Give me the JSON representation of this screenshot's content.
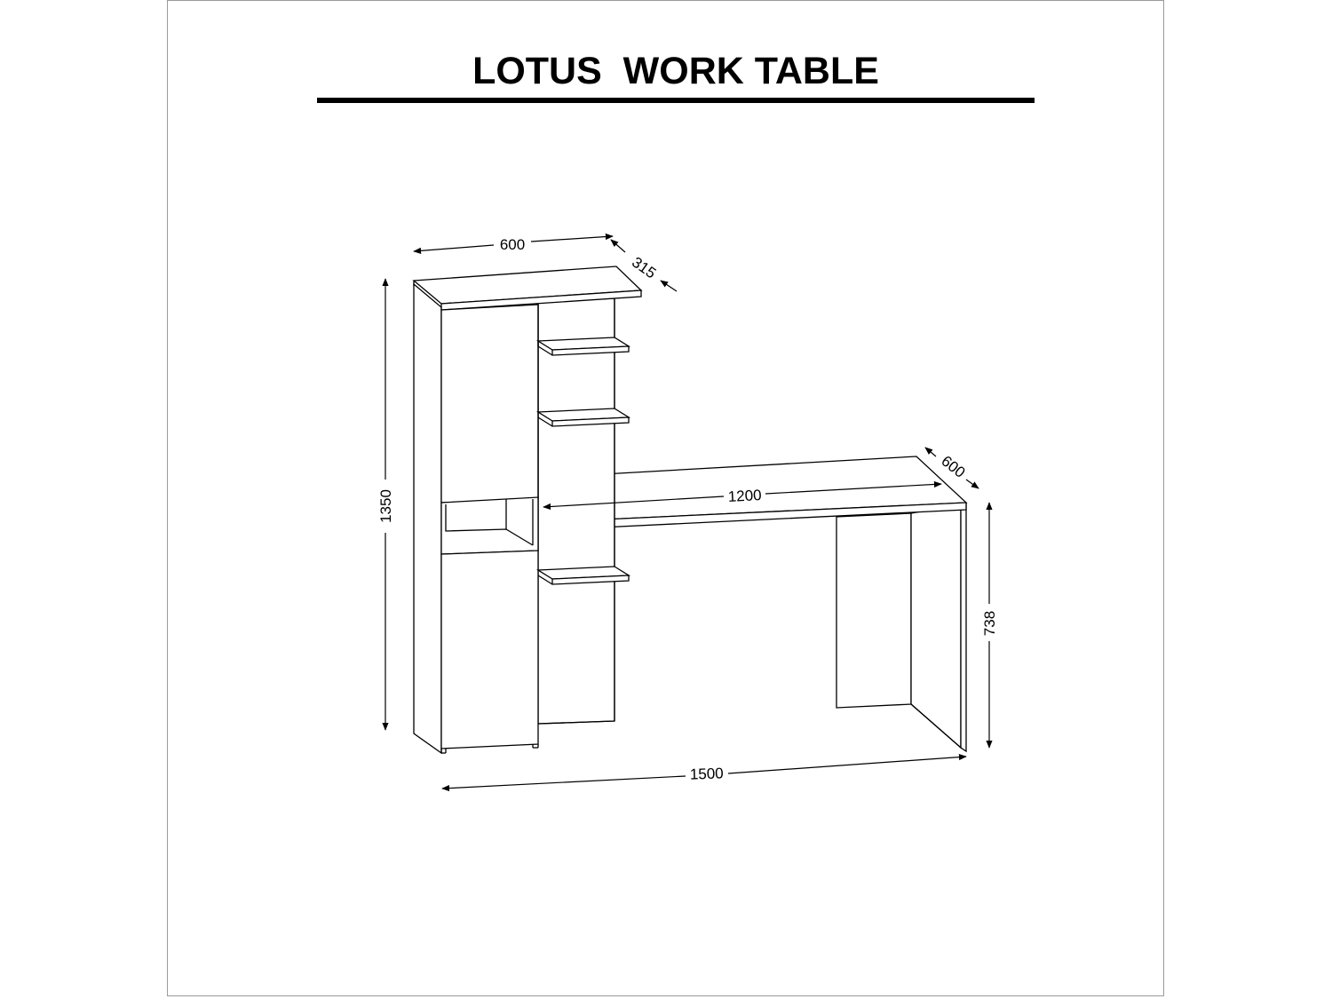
{
  "title": "LOTUS  WORK TABLE",
  "dimensions": {
    "bookcase_width": "600",
    "bookcase_depth": "315",
    "total_height": "1350",
    "desk_width": "1200",
    "desk_depth": "600",
    "desk_height": "738",
    "total_width": "1500"
  },
  "colors": {
    "line": "#000000",
    "frame": "#9a9a9a",
    "background": "#ffffff"
  }
}
